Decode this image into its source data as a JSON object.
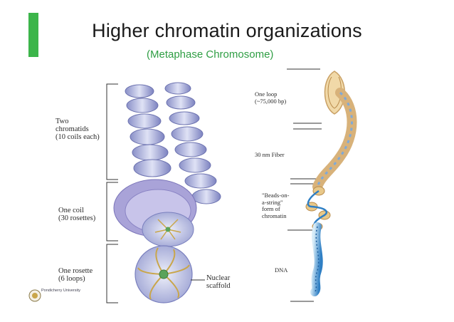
{
  "slide": {
    "title": "Higher chromatin organizations",
    "subtitle": "(Metaphase Chromosome)",
    "accent_color": "#3cb54a",
    "subtitle_color": "#2f9e44"
  },
  "left_figure": {
    "labels": {
      "two_chromatids": [
        "Two",
        "chromatids",
        "(10 coils each)"
      ],
      "one_coil": [
        "One coil",
        "(30 rosettes)"
      ],
      "one_rosette": [
        "One rosette",
        "(6 loops)"
      ],
      "nuclear_scaffold": [
        "Nuclear",
        "scaffold"
      ]
    }
  },
  "right_figure": {
    "labels": {
      "one_loop": [
        "One loop",
        "(~75,000 bp)"
      ],
      "fiber": "30 nm Fiber",
      "beads": [
        "\"Beads-on-",
        "a-string\"",
        "form of",
        "chromatin"
      ],
      "dna": "DNA"
    }
  },
  "logo": {
    "icon": "university-seal-icon",
    "lines": [
      "Pondicherry University"
    ]
  }
}
